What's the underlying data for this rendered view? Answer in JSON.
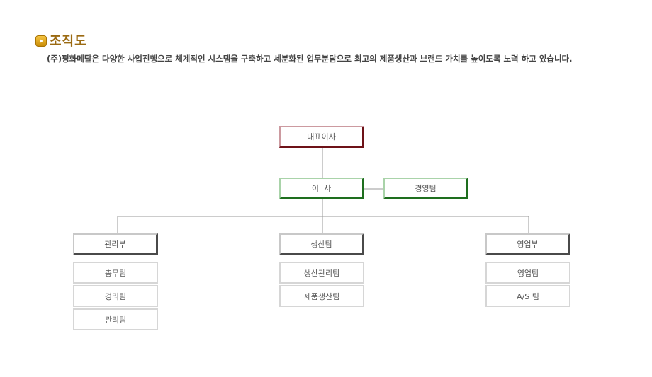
{
  "heading": {
    "title": "조직도",
    "icon": "play-badge-icon",
    "icon_color": "#e0a21a"
  },
  "intro": "(주)평화메탈은 다양한 사업진행으로 체계적인 시스템을 구축하고 세분화된 업무분담으로 최고의 제품생산과 브랜드 가치를 높이도록 노력 하고 있습니다.",
  "org": {
    "ceo": "대표이사",
    "director": "이  사",
    "management_team": "경영팀",
    "departments": [
      {
        "name": "관리부",
        "teams": [
          "총무팀",
          "경리팀",
          "관리팀"
        ]
      },
      {
        "name": "생산팀",
        "teams": [
          "생산관리팀",
          "제품생산팀"
        ]
      },
      {
        "name": "영업부",
        "teams": [
          "영업팀",
          "A/S 팀"
        ]
      }
    ]
  },
  "colors": {
    "ceo_border": "#6e1218",
    "director_border": "#1e6e1e",
    "department_border": "#4a4a4a",
    "heading": "#9b6a12"
  }
}
